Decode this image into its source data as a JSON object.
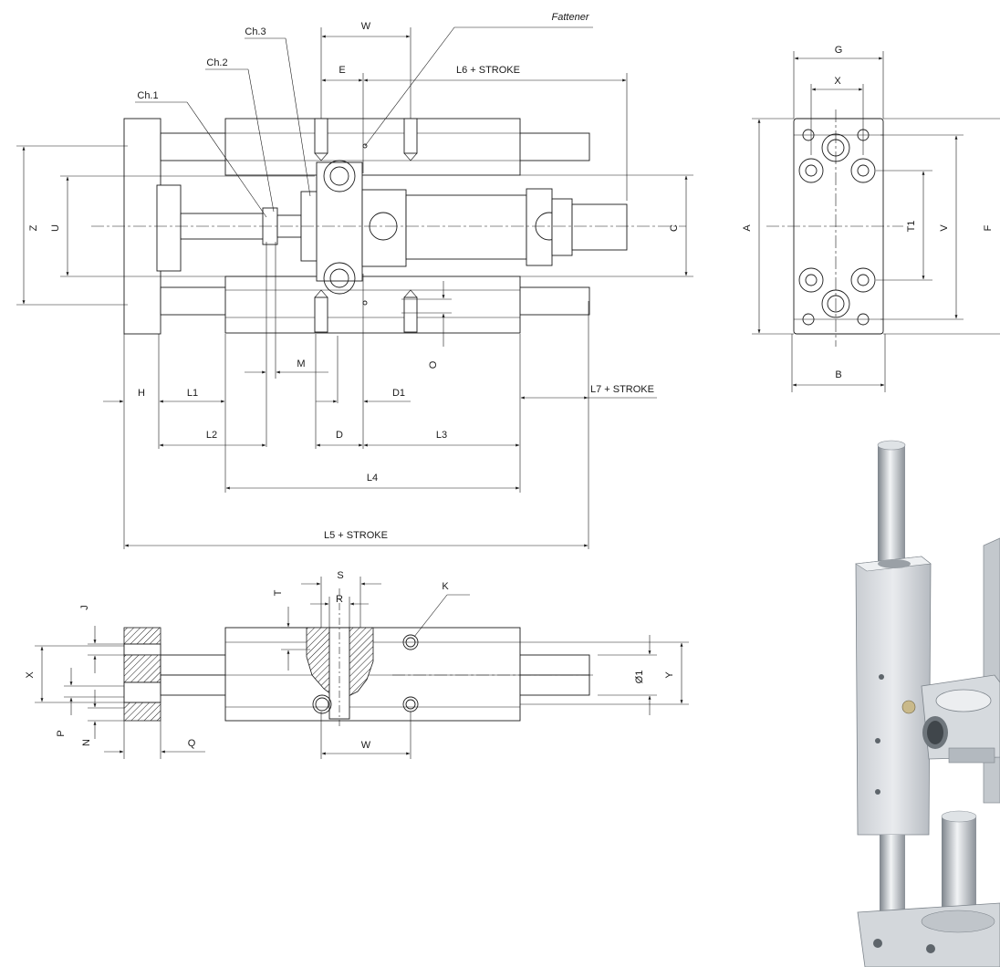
{
  "labels": {
    "fastener": "Fattener",
    "ch1": "Ch.1",
    "ch2": "Ch.2",
    "ch3": "Ch.3",
    "W": "W",
    "E": "E",
    "L6": "L6 + STROKE",
    "Z": "Z",
    "U": "U",
    "C": "C",
    "O": "O",
    "M": "M",
    "H": "H",
    "L1": "L1",
    "D1": "D1",
    "L7": "L7 + STROKE",
    "L2": "L2",
    "D": "D",
    "L3": "L3",
    "L4": "L4",
    "L5": "L5 + STROKE",
    "G": "G",
    "X": "X",
    "A": "A",
    "T1": "T1",
    "V": "V",
    "F": "F",
    "B": "B",
    "S": "S",
    "R": "R",
    "T": "T",
    "K": "K",
    "J": "J",
    "X2": "X",
    "P": "P",
    "N": "N",
    "Q": "Q",
    "D01": "Ø1",
    "Y": "Y",
    "W2": "W"
  },
  "colors": {
    "line": "#1a1a1a",
    "metal_light": "#e4e7ea",
    "metal_mid": "#b9bec4",
    "metal_dark": "#7d848b"
  }
}
